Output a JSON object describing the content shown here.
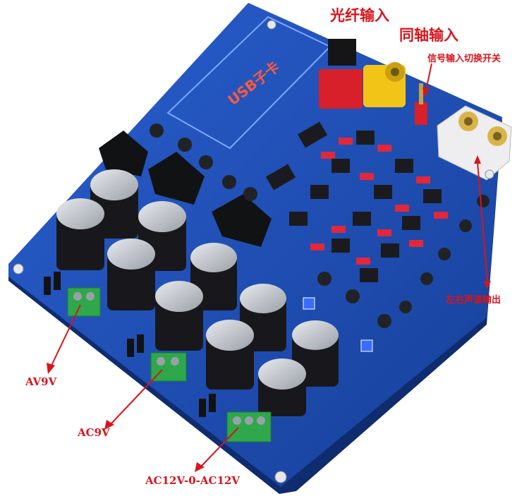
{
  "labels": {
    "optical_input": "光纤输入",
    "coaxial_input": "同轴输入",
    "input_switch": "信号输入切换开关",
    "lr_output": "左右声道输出",
    "av9v": "AV9V",
    "ac9v": "AC9V",
    "ac12v": "AC12V-0-AC12V"
  },
  "board_silkscreen": {
    "usb_card": "USB子卡"
  },
  "colors": {
    "pcb_blue": "#1f4fb8",
    "annotation_red": "#d8141c",
    "terminal_green": "#2ea84a",
    "rca_yellow": "#f2c418",
    "optical_red": "#d8202a"
  }
}
